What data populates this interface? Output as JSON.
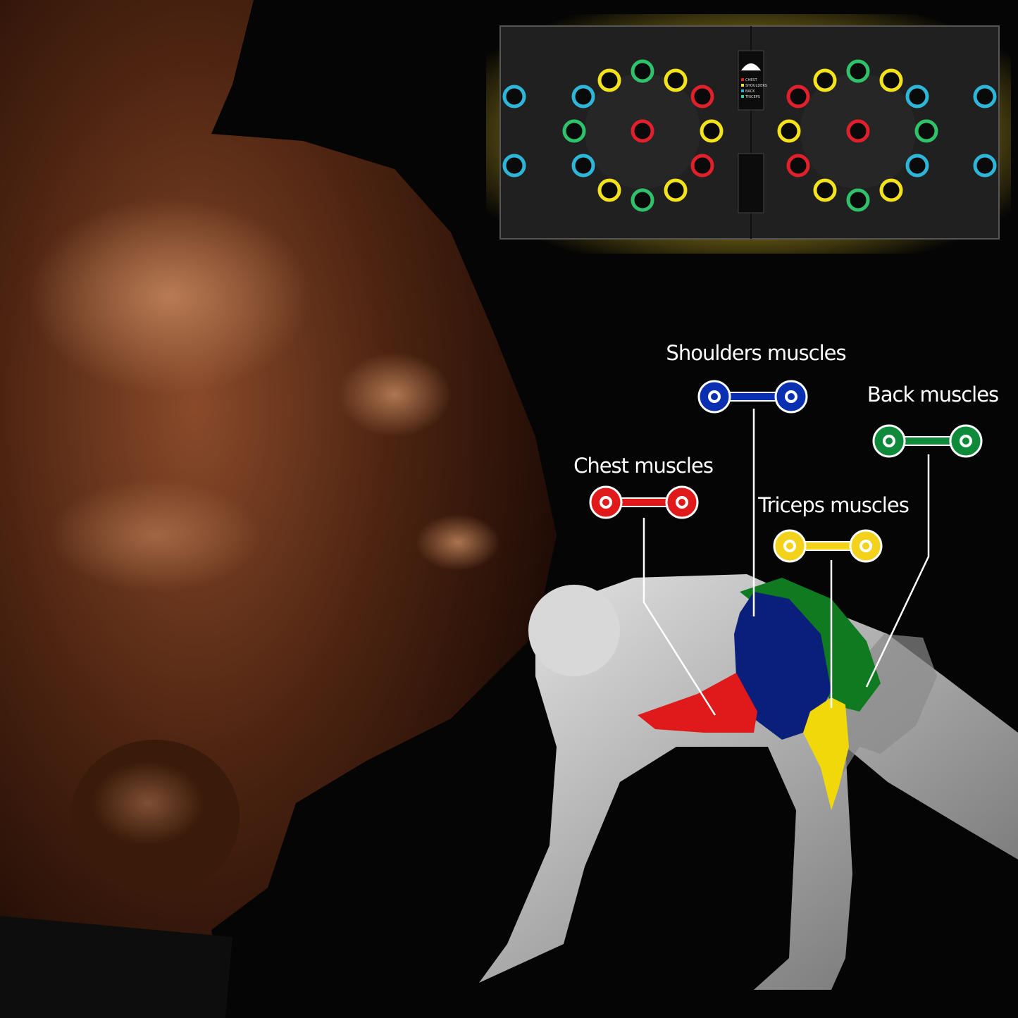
{
  "board": {
    "legend": [
      {
        "label": "CHEST",
        "color": "#e0202a"
      },
      {
        "label": "SHOULDERS",
        "color": "#f0e030"
      },
      {
        "label": "BACK",
        "color": "#30b0d0"
      },
      {
        "label": "TRICEPS",
        "color": "#30d0a0"
      }
    ],
    "ring_colors": {
      "yellow": "#f4e21c",
      "green": "#2fc26a",
      "red": "#e0202a",
      "cyan": "#2eb6d8"
    }
  },
  "callouts": [
    {
      "label": "Shoulders muscles",
      "color": "#0a2fb0",
      "muscle_color": "#0a1f7a"
    },
    {
      "label": "Back muscles",
      "color": "#0e8a3a",
      "muscle_color": "#0f7a1f"
    },
    {
      "label": "Chest muscles",
      "color": "#e01a1a",
      "muscle_color": "#e01a1a"
    },
    {
      "label": "Triceps muscles",
      "color": "#f2d21a",
      "muscle_color": "#f0d80a"
    }
  ]
}
